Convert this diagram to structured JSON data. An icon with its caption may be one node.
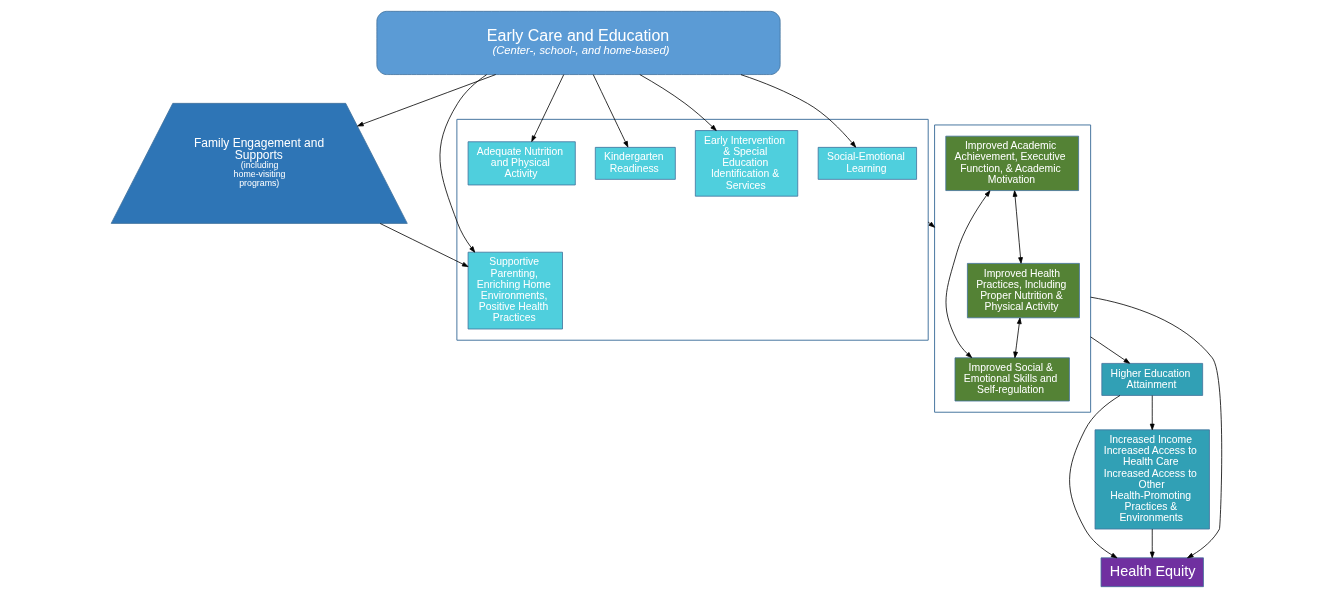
{
  "diagram": {
    "nodes": [
      {
        "text": [
          "Early Care and Education",
          "(Center-, school-, and home-based)"
        ]
      },
      {
        "text": [
          "Family Engagement and Supports",
          "(including home-visiting programs)"
        ]
      },
      {
        "text": [],
        "shape": "box"
      },
      {
        "text": [
          "Kindergarten Readiness"
        ],
        "in": 2
      },
      {
        "text": [
          "Adequate Nutrition and Physical Activity"
        ],
        "in": 2
      },
      {
        "text": [
          "Social-Emotional Learning"
        ],
        "in": 2
      },
      {
        "text": [
          "Early Intervention & Special Education Identification & Services"
        ],
        "in": 2
      },
      {
        "text": [
          "Supportive Parenting, Enriching Home Environments, Positive Health Practices"
        ],
        "in": 2
      },
      {
        "text": [],
        "shape": "box"
      },
      {
        "text": [
          "Improved Academic Achievement, Executive Function, & Academic Motivation"
        ],
        "in": 8
      },
      {
        "text": [
          "Improved Health Practices, Including Proper Nutrition & Physical Activity"
        ],
        "in": 8
      },
      {
        "text": [
          "Improved Social & Emotional Skills and Self-regulation"
        ],
        "in": 8
      },
      {
        "text": [
          "Higher Education Attainment"
        ]
      },
      {
        "text": [
          "Increased Income",
          "Increased Access to Health Care",
          "Increased Access to Other Health-Promoting Practices & Environments"
        ]
      },
      {
        "text": [
          "Health Equity"
        ]
      }
    ],
    "edges": [
      {
        "from": 0,
        "to": 1,
        "arrow": "to"
      },
      {
        "from": 0,
        "to": 3,
        "arrow": "to"
      },
      {
        "from": 0,
        "to": 4,
        "arrow": "to"
      },
      {
        "from": 0,
        "to": 5,
        "arrow": "to"
      },
      {
        "from": 0,
        "to": 6,
        "arrow": "to"
      },
      {
        "from": 0,
        "to": 7,
        "arrow": "to"
      },
      {
        "from": 1,
        "to": 7,
        "arrow": "to"
      },
      {
        "from": 2,
        "to": 8,
        "arrow": "to"
      },
      {
        "from": 9,
        "to": 10,
        "arrow": "both"
      },
      {
        "from": 9,
        "to": 11,
        "arrow": "both"
      },
      {
        "from": 10,
        "to": 11,
        "arrow": "both"
      },
      {
        "from": 8,
        "to": 12,
        "arrow": "to"
      },
      {
        "from": 8,
        "to": 14,
        "arrow": "to"
      },
      {
        "from": 12,
        "to": 13,
        "arrow": "to"
      },
      {
        "from": 12,
        "to": 14,
        "arrow": "to"
      },
      {
        "from": 13,
        "to": 14,
        "arrow": "to"
      }
    ]
  }
}
